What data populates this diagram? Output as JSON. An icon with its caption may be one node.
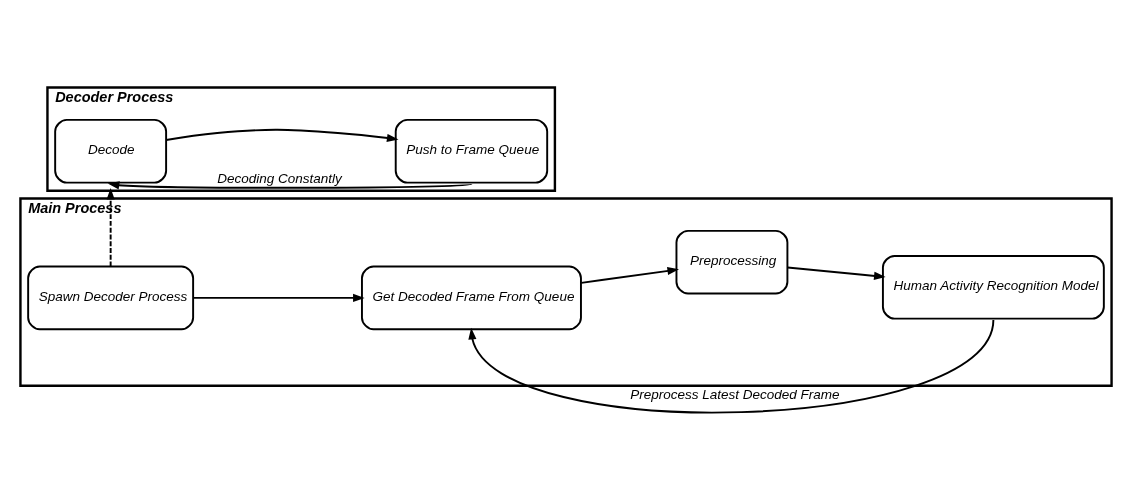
{
  "diagram": {
    "nodes": [
      {
        "text": [
          "Main Process"
        ]
      },
      {
        "text": [
          "Spawn Decoder Process"
        ],
        "in": 0
      },
      {
        "text": [
          "Get Decoded Frame From Queue"
        ],
        "in": 0
      },
      {
        "text": [
          "Preprocessing"
        ],
        "in": 0
      },
      {
        "text": [
          "Human Activity Recognition Model"
        ],
        "in": 0
      },
      {
        "text": [
          "Decoder Process"
        ]
      },
      {
        "text": [
          "Decode"
        ],
        "in": 5
      },
      {
        "text": [
          "Push to Frame Queue"
        ],
        "in": 5
      }
    ],
    "edges": [
      {
        "from": 1,
        "to": 2,
        "arrow": "to"
      },
      {
        "from": 2,
        "to": 3,
        "arrow": "to"
      },
      {
        "from": 3,
        "to": 4,
        "arrow": "to"
      },
      {
        "from": 4,
        "to": 2,
        "arrow": "to",
        "label": "Preprocess Latest Decoded Frame"
      },
      {
        "from": 1,
        "to": 5,
        "arrow": "to",
        "style": "dashed"
      },
      {
        "from": 6,
        "to": 7,
        "arrow": "to"
      },
      {
        "from": 7,
        "to": 6,
        "arrow": "to",
        "label": "Decoding Constantly"
      }
    ]
  }
}
